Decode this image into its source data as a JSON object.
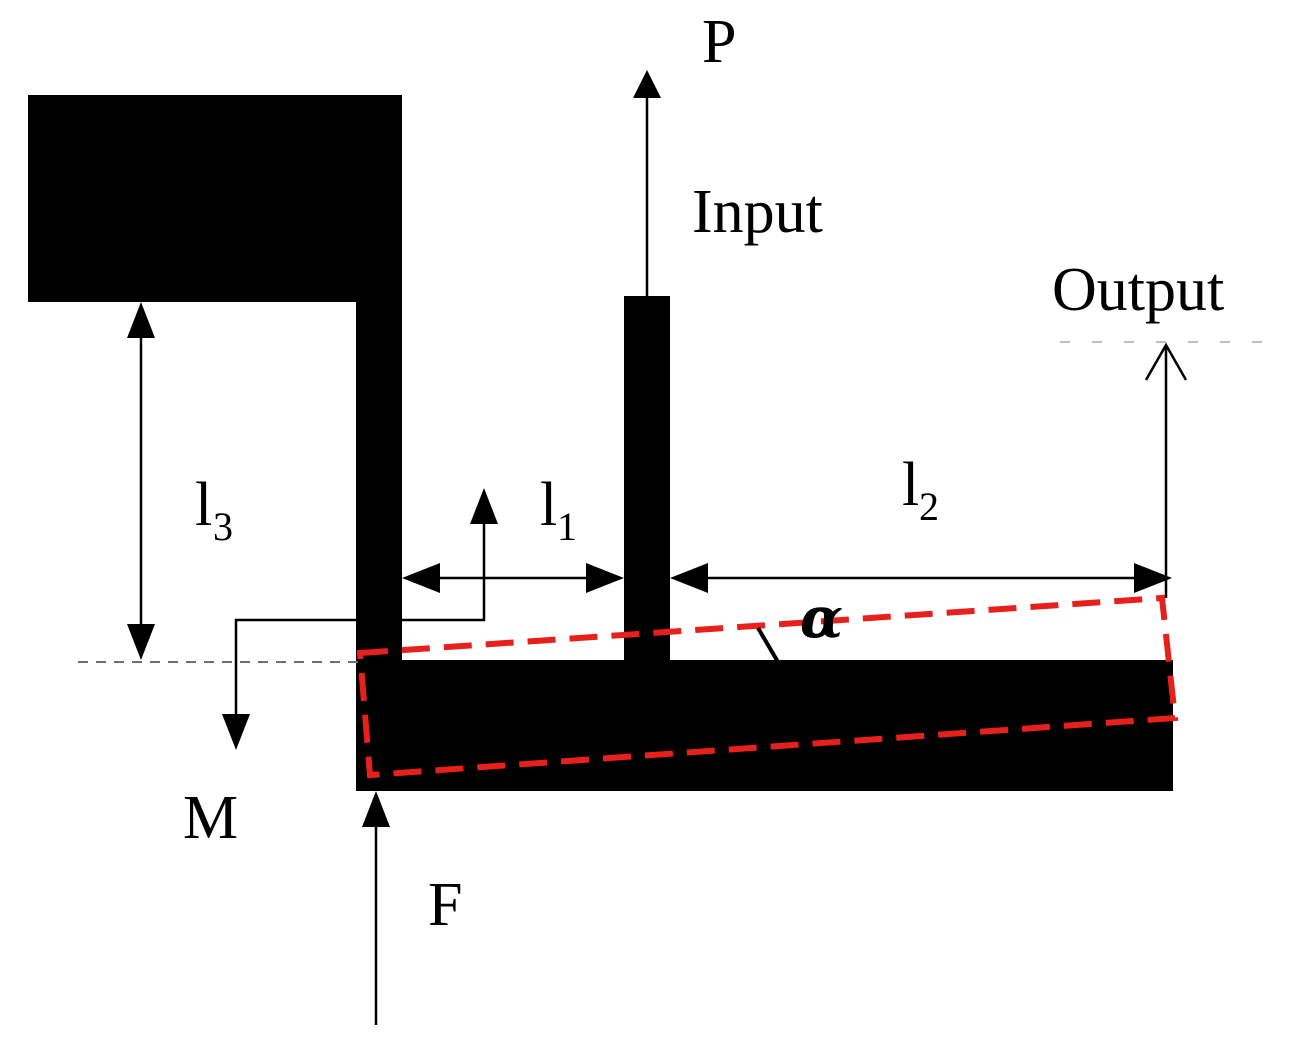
{
  "diagram": {
    "labels": {
      "p": "P",
      "input": "Input",
      "output": "Output",
      "l1": "l",
      "l1_sub": "1",
      "l2": "l",
      "l2_sub": "2",
      "l3": "l",
      "l3_sub": "3",
      "alpha": "α",
      "m": "M",
      "f": "F"
    },
    "colors": {
      "structure": "#000000",
      "deformed_outline": "#e8201c",
      "reference_line": "#6e6e6e"
    }
  }
}
